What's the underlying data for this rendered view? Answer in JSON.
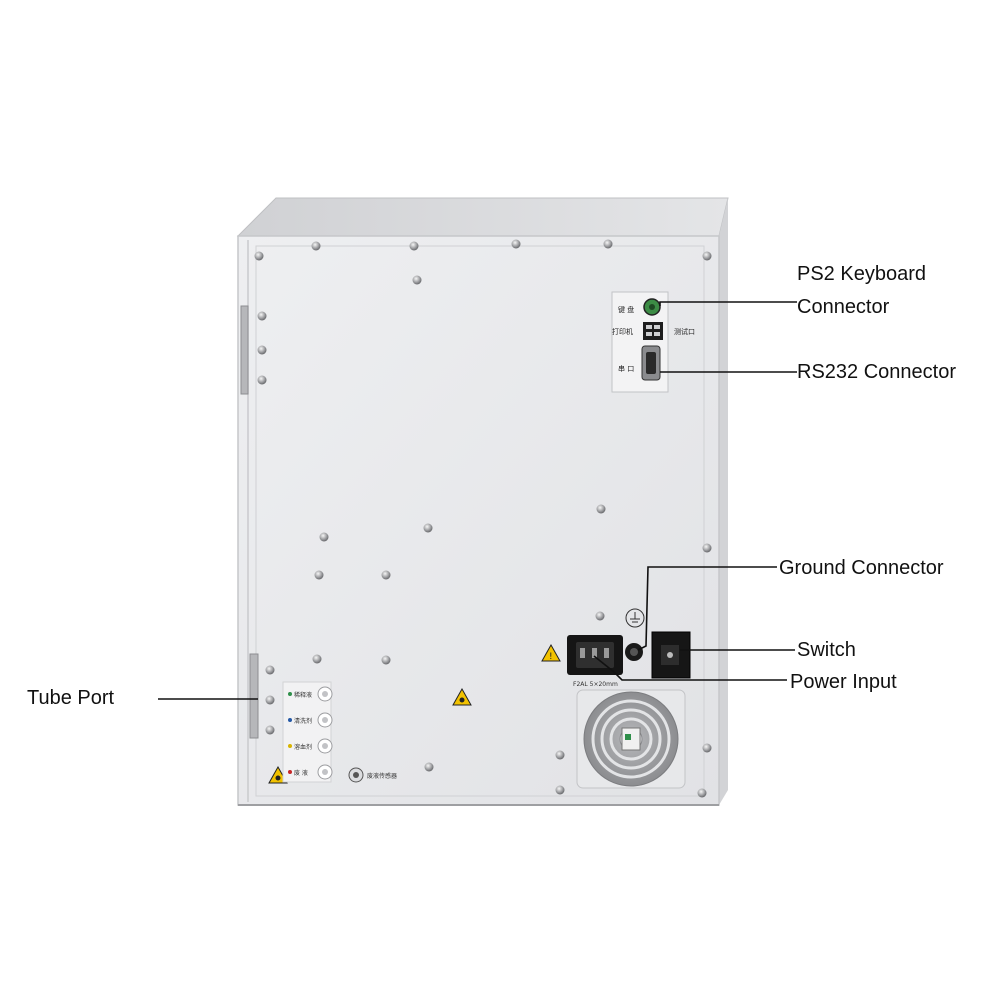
{
  "labels": {
    "ps2_keyboard_line1": "PS2 Keyboard",
    "ps2_keyboard_line2": "Connector",
    "rs232": "RS232 Connector",
    "ground": "Ground Connector",
    "switch": "Switch",
    "power": "Power Input",
    "tube_port": "Tube Port"
  },
  "panel_text": {
    "keyboard": "键 盘",
    "printer": "打印机",
    "test_port": "测试口",
    "serial": "串 口",
    "diluent": "稀释液",
    "cleaner": "清洗剂",
    "lyse": "溶血剂",
    "waste": "废 液",
    "waste_sensor": "废液传感器",
    "fuse": "F2AL 5×20mm"
  },
  "colors": {
    "panel": "#e9eaec",
    "panel_edge": "#c9cacd",
    "top": "#d8d9dc",
    "line": "#111111",
    "warning": "#f2c200",
    "switch": "#1b1b1b"
  }
}
